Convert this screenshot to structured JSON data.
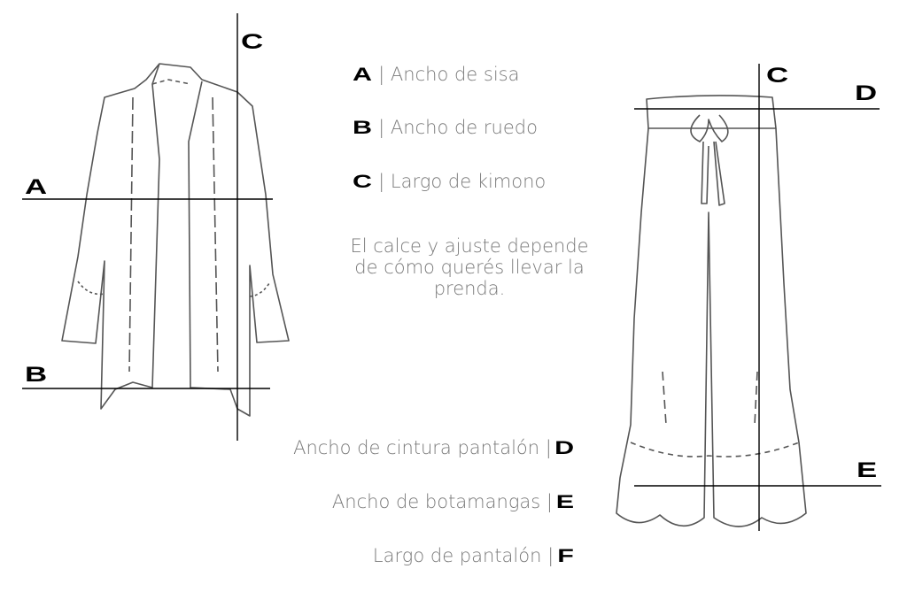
{
  "kimono": {
    "labels": {
      "a": "A",
      "b": "B",
      "c": "C"
    }
  },
  "pants": {
    "labels": {
      "c": "C",
      "d": "D",
      "e": "E"
    }
  },
  "legend_kimono": [
    {
      "key": "A",
      "text": "| Ancho de sisa"
    },
    {
      "key": "B",
      "text": "| Ancho de ruedo"
    },
    {
      "key": "C",
      "text": "| Largo de kimono"
    }
  ],
  "note": "El calce y ajuste depende de cómo querés llevar la prenda.",
  "legend_pants": [
    {
      "key": "D",
      "text": "Ancho de cintura pantalón |"
    },
    {
      "key": "E",
      "text": "Ancho de botamangas |"
    },
    {
      "key": "F",
      "text": "Largo de pantalón |"
    }
  ]
}
